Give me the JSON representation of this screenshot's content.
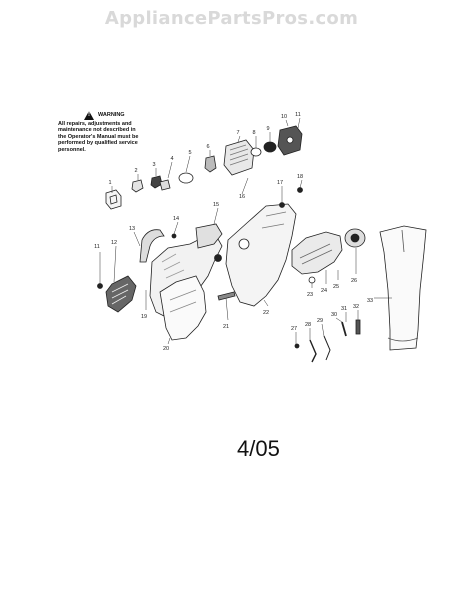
{
  "watermark": "AppliancePartsPros.com",
  "warning": {
    "title": "WARNING",
    "lines": [
      "All repairs, adjustments and",
      "maintenance not described in",
      "the Operator's Manual must be",
      "performed by qualified service",
      "personnel."
    ]
  },
  "date_code": "4/05",
  "part_numbers": [
    "1",
    "2",
    "3",
    "4",
    "5",
    "6",
    "7",
    "8",
    "9",
    "10",
    "11",
    "12",
    "13",
    "14",
    "15",
    "16",
    "17",
    "18",
    "19",
    "20",
    "21",
    "22",
    "23",
    "24",
    "25",
    "26",
    "27",
    "28",
    "29",
    "30",
    "31",
    "32",
    "33"
  ]
}
